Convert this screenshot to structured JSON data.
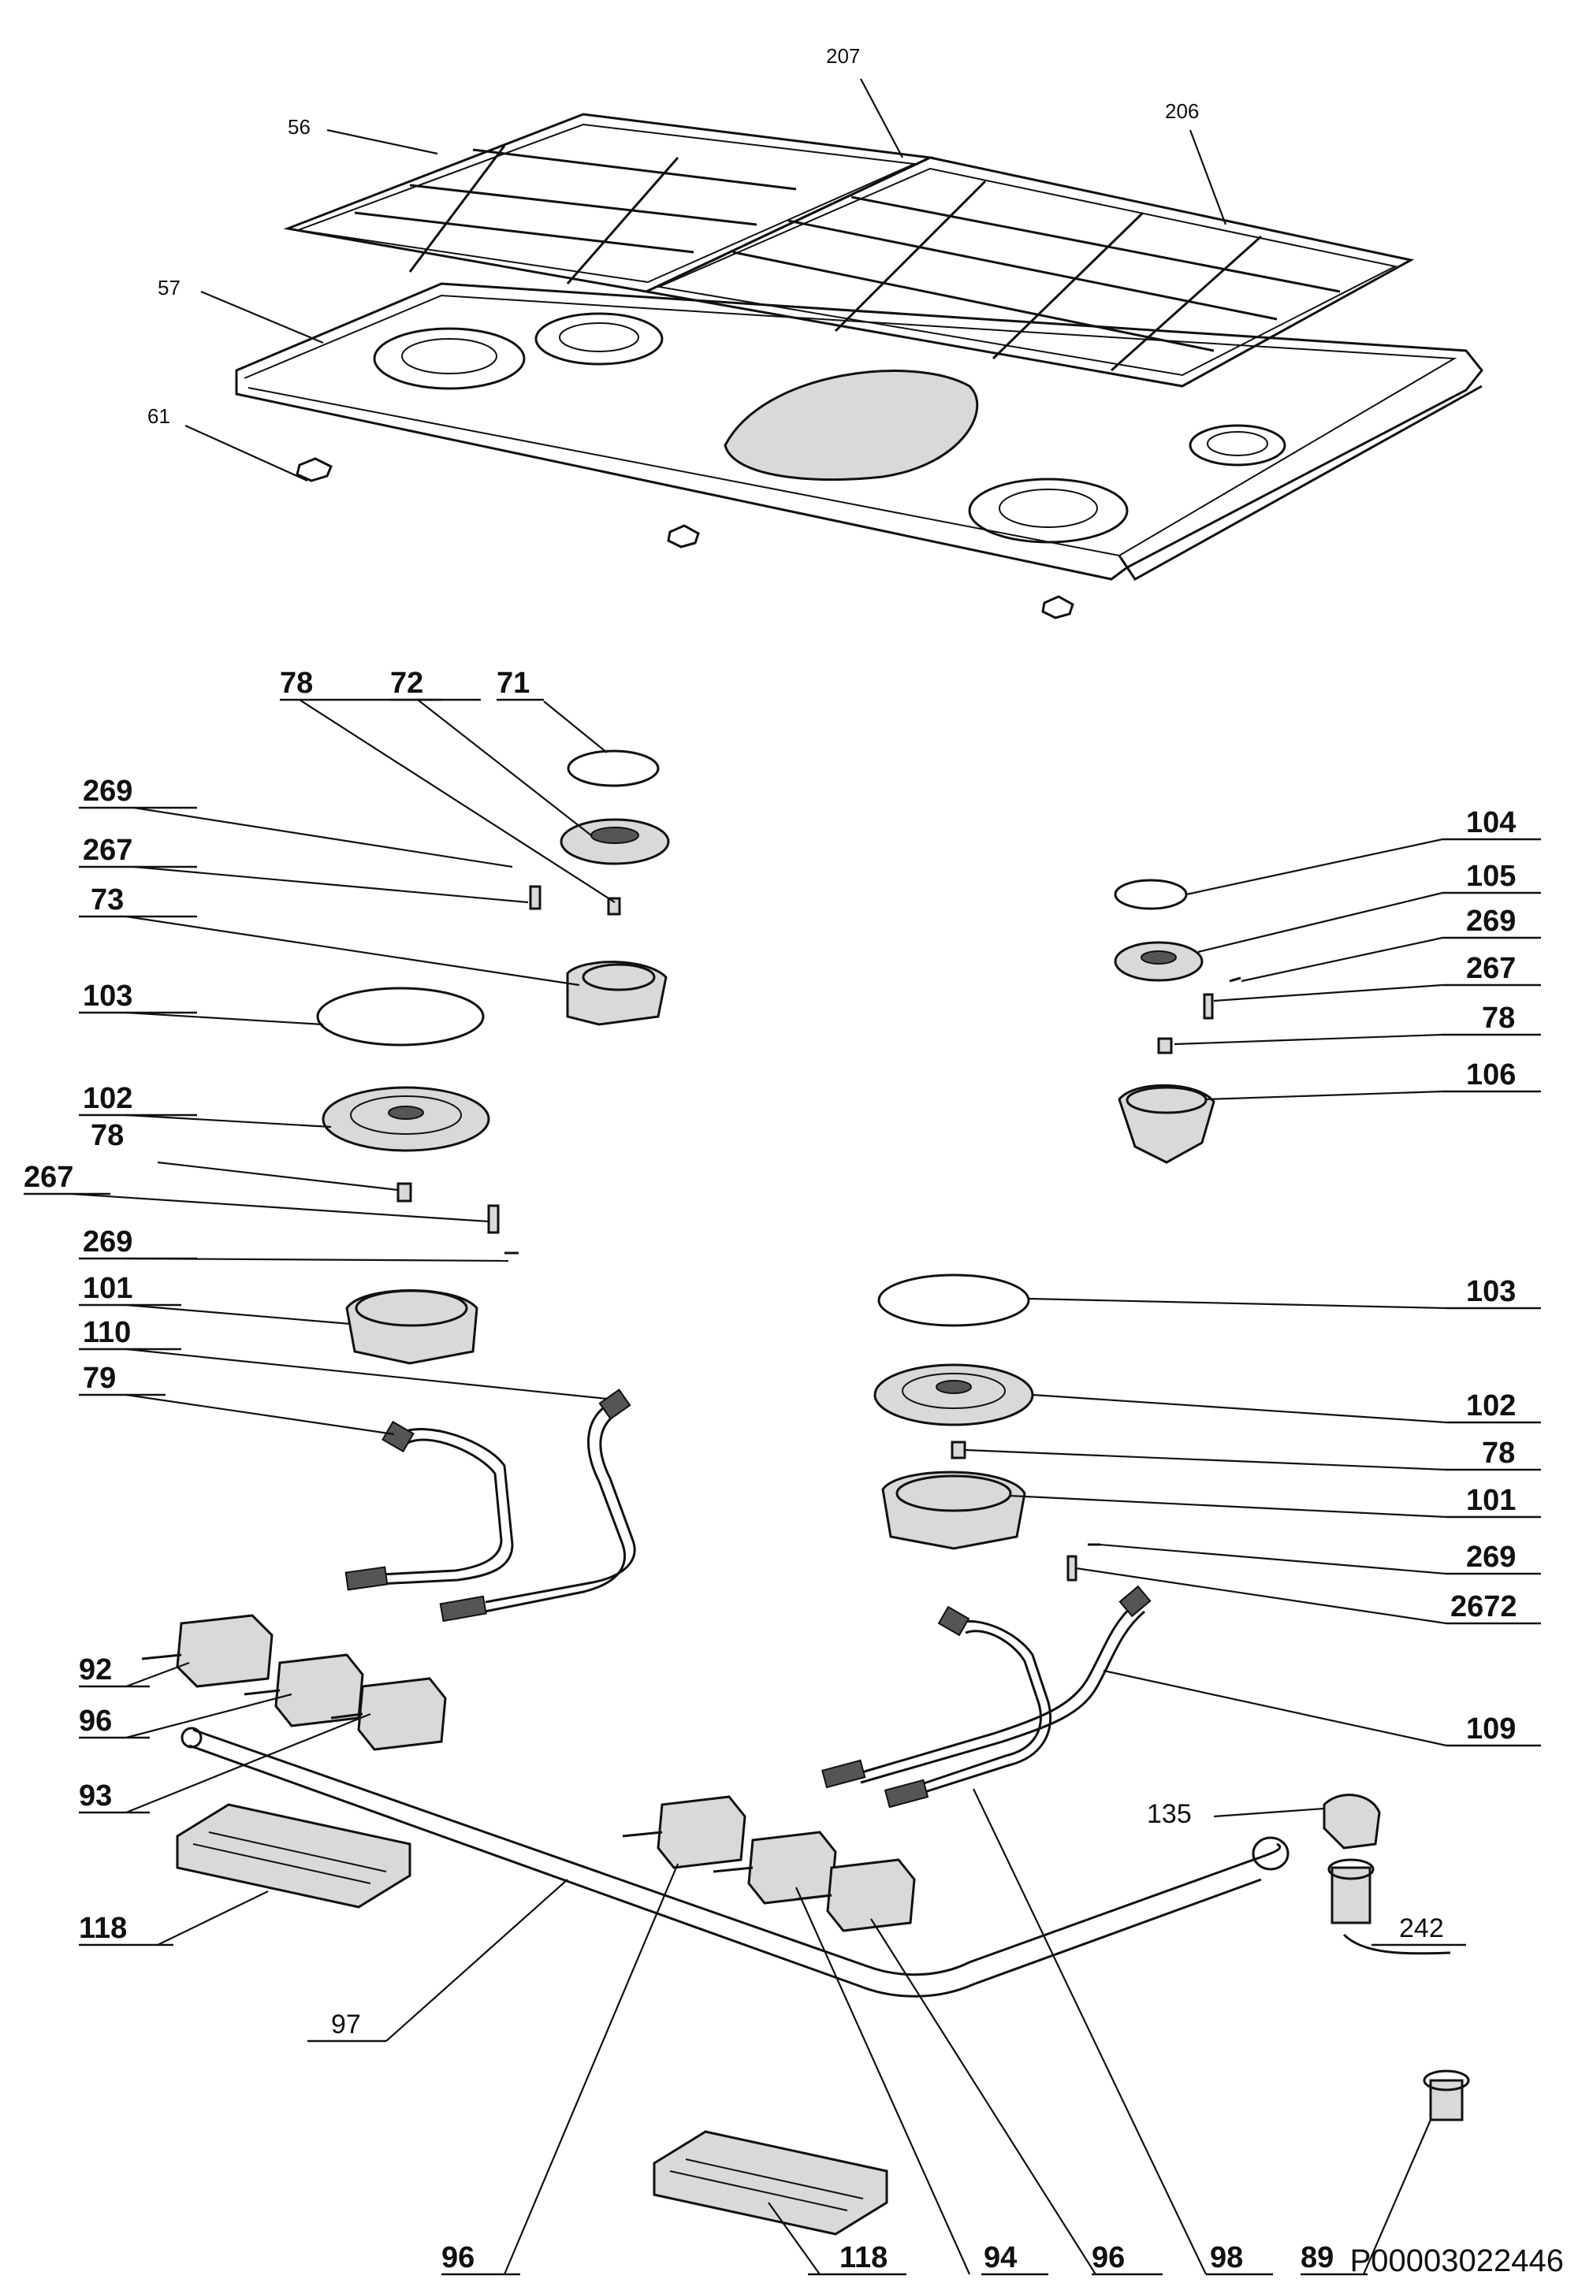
{
  "diagram": {
    "drawing_code": "P00003022446",
    "top_labels": {
      "grate_center": "207",
      "grate_right": "206",
      "grate_left": "56",
      "hob_plate": "57",
      "feet": "61"
    },
    "labels": {
      "l78a": "78",
      "l72": "72",
      "l71": "71",
      "l269a": "269",
      "l267a": "267",
      "l73": "73",
      "l103a": "103",
      "l102a": "102",
      "l78b": "78",
      "l267b": "267",
      "l269b": "269",
      "l101a": "101",
      "l110": "110",
      "l79": "79",
      "l104": "104",
      "l105": "105",
      "l269c": "269",
      "l267c": "267",
      "l78c": "78",
      "l106": "106",
      "l103b": "103",
      "l102b": "102",
      "l78d": "78",
      "l101b": "101",
      "l269d": "269",
      "l2672": "2672",
      "l92": "92",
      "l96a": "96",
      "l93": "93",
      "l109": "109",
      "l135": "135",
      "l242": "242",
      "l118a": "118",
      "l97": "97",
      "l96b": "96",
      "l118b": "118",
      "l94": "94",
      "l96c": "96",
      "l98": "98",
      "l89": "89"
    }
  }
}
